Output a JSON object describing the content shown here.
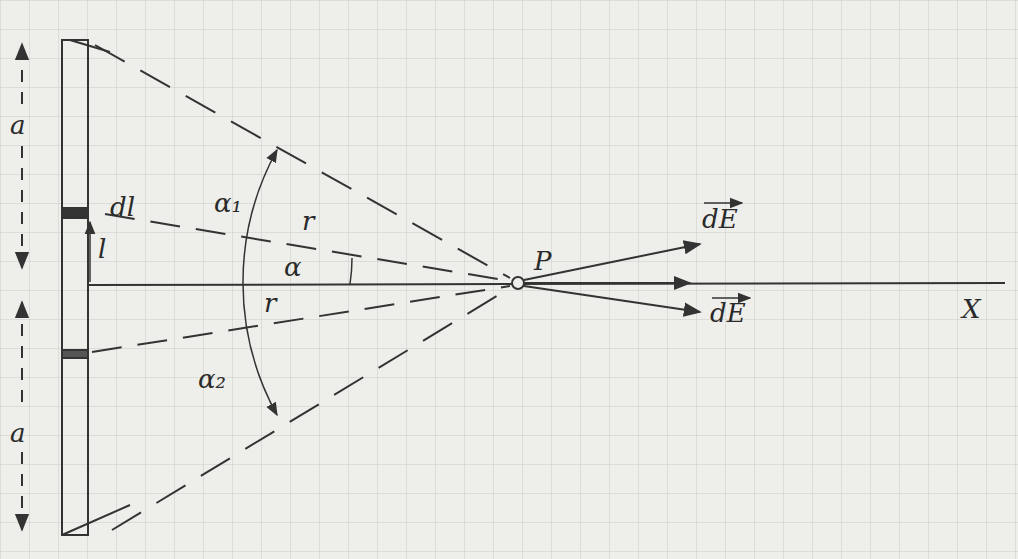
{
  "diagram": {
    "labels": [
      "a",
      "dl",
      "l",
      "α₁",
      "r",
      "α",
      "P",
      "dE",
      "dE",
      "X",
      "r",
      "α₂",
      "a"
    ]
  }
}
